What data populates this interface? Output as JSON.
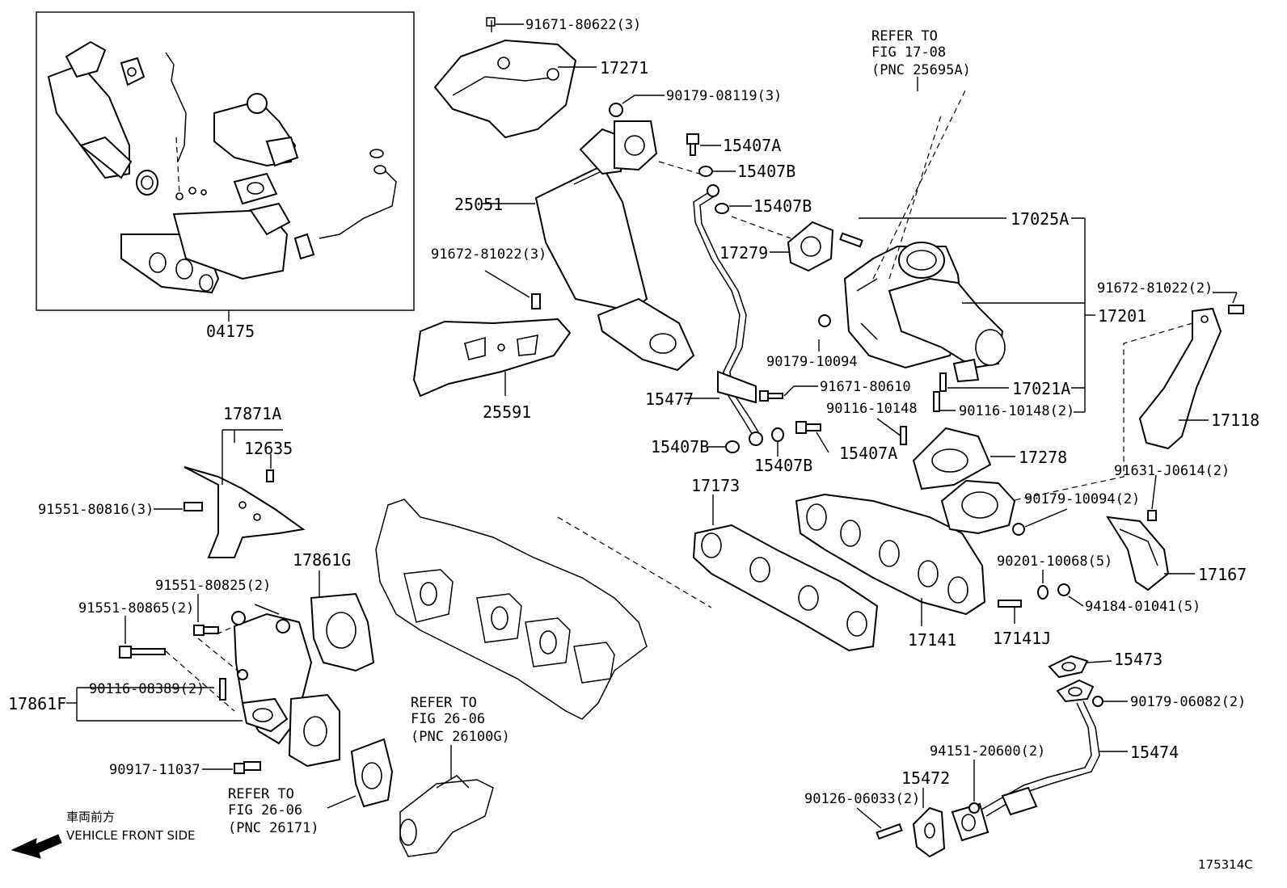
{
  "diagram_id": "175314C",
  "front_side": {
    "jp": "車両前方",
    "en": "VEHICLE FRONT SIDE"
  },
  "refs": {
    "fig17_08": [
      "REFER TO",
      "FIG  17-08",
      "(PNC 25695A)"
    ],
    "fig26_06a": [
      "REFER TO",
      "FIG 26-06",
      "(PNC 26100G)"
    ],
    "fig26_06b": [
      "REFER TO",
      "FIG 26-06",
      "(PNC 26171)"
    ]
  },
  "labels": {
    "p04175": "04175",
    "p91671_80622": "91671-80622(3)",
    "p17271": "17271",
    "p90179_08119": "90179-08119(3)",
    "p15407A_1": "15407A",
    "p15407B_1": "15407B",
    "p15407B_2": "15407B",
    "p25051": "25051",
    "p17279": "17279",
    "p17025A": "17025A",
    "p91672_81022_3": "91672-81022(3)",
    "p91672_81022_2": "91672-81022(2)",
    "p17201": "17201",
    "p90179_10094": "90179-10094",
    "p25591": "25591",
    "p91671_80610": "91671-80610",
    "p17021A": "17021A",
    "p15477": "15477",
    "p90116_10148": "90116-10148",
    "p90116_10148_2": "90116-10148(2)",
    "p17118": "17118",
    "p15407B_3": "15407B",
    "p15407B_4": "15407B",
    "p15407A_2": "15407A",
    "p17278": "17278",
    "p17871A": "17871A",
    "p12635": "12635",
    "p91631_J0614": "91631-J0614(2)",
    "p91551_80816": "91551-80816(3)",
    "p17173": "17173",
    "p90179_10094_2": "90179-10094(2)",
    "p17861G": "17861G",
    "p90201_10068": "90201-10068(5)",
    "p17167": "17167",
    "p91551_80825": "91551-80825(2)",
    "p91551_80865": "91551-80865(2)",
    "p94184_01041": "94184-01041(5)",
    "p17141": "17141",
    "p17141J": "17141J",
    "p15473": "15473",
    "p90116_08389": "90116-08389(2)",
    "p17861F": "17861F",
    "p90179_06082": "90179-06082(2)",
    "p94151_20600": "94151-20600(2)",
    "p15474": "15474",
    "p15472": "15472",
    "p90917_11037": "90917-11037",
    "p90126_06033": "90126-06033(2)"
  }
}
